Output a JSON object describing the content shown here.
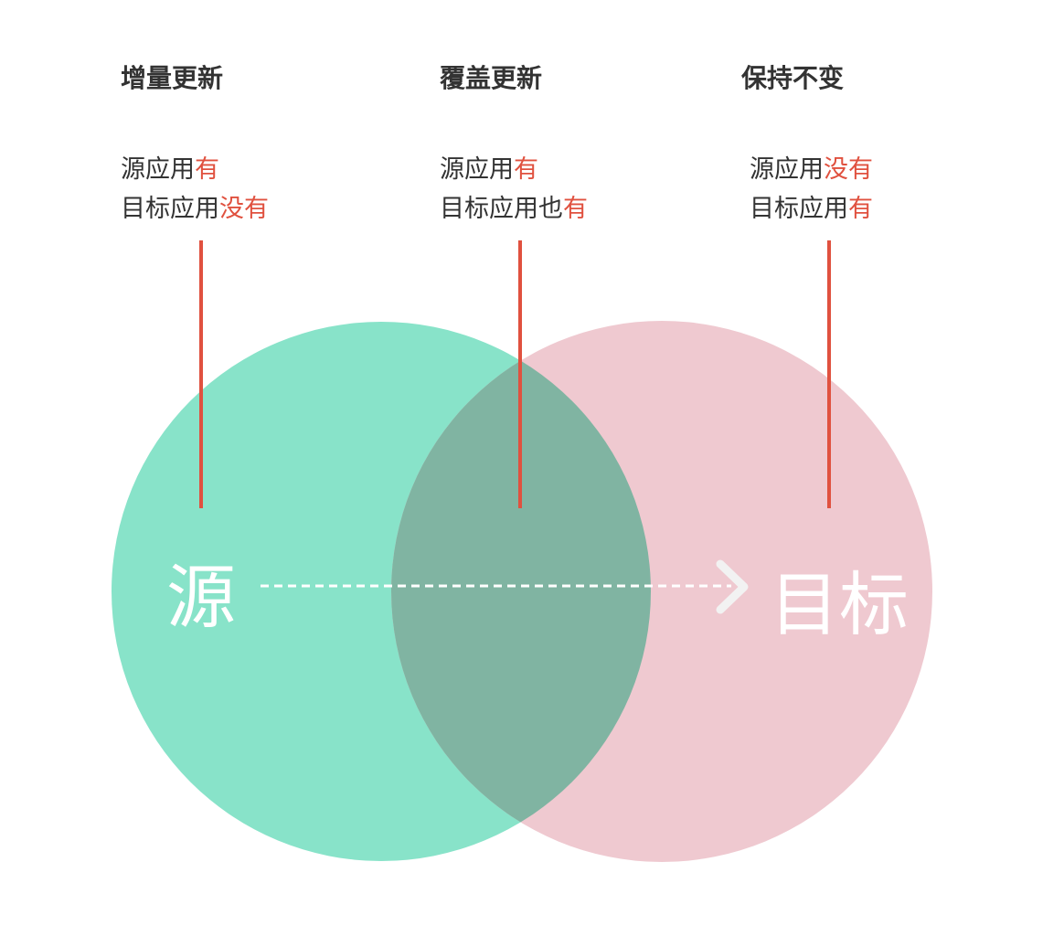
{
  "colors": {
    "source": "#88e3c9",
    "target": "#efc9d0",
    "overlap": "#80b4a2",
    "accent": "#e0513f"
  },
  "columns": [
    {
      "title": "增量更新",
      "line1": {
        "prefix": "源应用",
        "highlight": "有"
      },
      "line2": {
        "prefix": "目标应用",
        "highlight": "没有"
      }
    },
    {
      "title": "覆盖更新",
      "line1": {
        "prefix": "源应用",
        "highlight": "有"
      },
      "line2": {
        "prefix": "目标应用也",
        "highlight": "有"
      }
    },
    {
      "title": "保持不变",
      "line1": {
        "prefix": "源应用",
        "highlight": "没有"
      },
      "line2": {
        "prefix": "目标应用",
        "highlight": "有"
      }
    }
  ],
  "source_label": "源",
  "target_label": "目标"
}
